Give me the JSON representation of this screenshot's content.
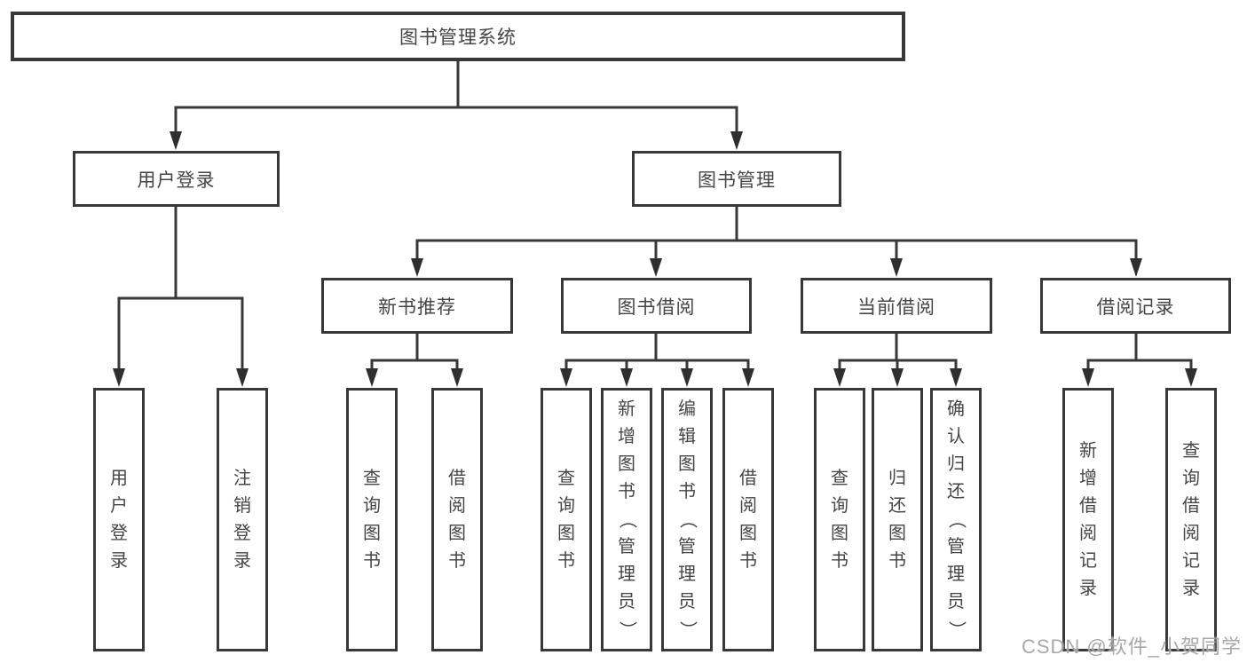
{
  "tree": {
    "root": "图书管理系统",
    "level2": [
      {
        "label": "用户登录"
      },
      {
        "label": "图书管理"
      }
    ],
    "level3": [
      {
        "label": "新书推荐"
      },
      {
        "label": "图书借阅"
      },
      {
        "label": "当前借阅"
      },
      {
        "label": "借阅记录"
      }
    ],
    "leaves": {
      "user_login": [
        "用户登录",
        "注销登录"
      ],
      "new_book": [
        "查询图书",
        "借阅图书"
      ],
      "book_borrow": [
        "查询图书",
        "新增图书（管理员）",
        "编辑图书（管理员）",
        "借阅图书"
      ],
      "current_borrow": [
        "查询图书",
        "归还图书",
        "确认归还（管理员）"
      ],
      "borrow_record": [
        "新增借阅记录",
        "查询借阅记录"
      ]
    }
  },
  "watermark": {
    "text": "CSDN @软件_小贺同学"
  },
  "colors": {
    "line": "#383838",
    "arrow": "#2f2f2f",
    "text": "#454545",
    "watermark": "#9e9e9e",
    "background": "#ffffff"
  }
}
